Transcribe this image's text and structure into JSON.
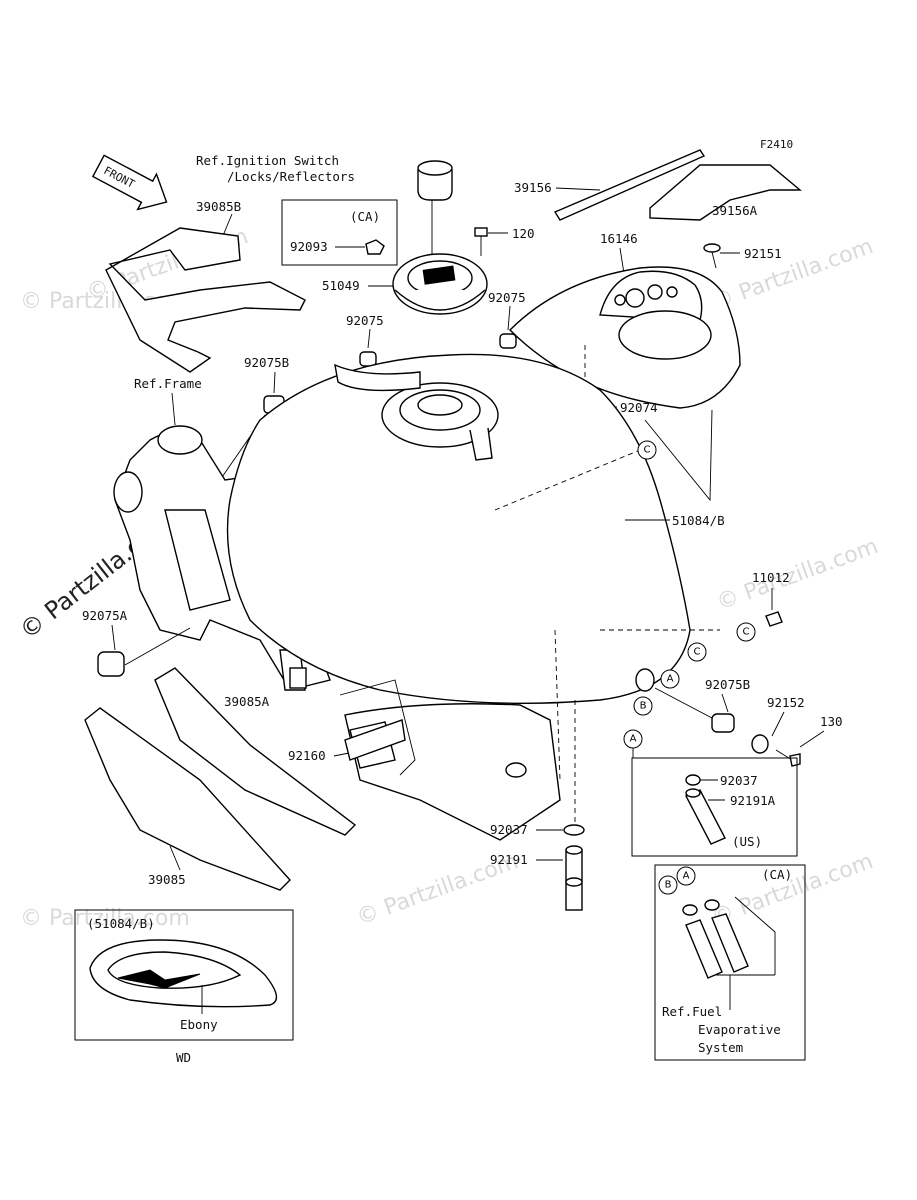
{
  "diagram_code": "F2410",
  "front_arrow_label": "FRONT",
  "references": {
    "ignition_line1": "Ref.Ignition Switch",
    "ignition_line2": "/Locks/Reflectors",
    "frame": "Ref.Frame",
    "fuel_line1": "Ref.Fuel",
    "fuel_line2": "Evaporative",
    "fuel_line3": "System"
  },
  "region_labels": {
    "ca_top": "(CA)",
    "ca_right": "(CA)",
    "us": "(US)",
    "wd_variant": "(51084/B)",
    "wd_finish": "Ebony",
    "wd": "WD"
  },
  "callout_letters": [
    "A",
    "B",
    "C"
  ],
  "part_numbers": {
    "p39085B": "39085B",
    "p92093": "92093",
    "p51049": "51049",
    "p120": "120",
    "p39156": "39156",
    "p39156A": "39156A",
    "p16146": "16146",
    "p92151": "92151",
    "p92075_mid": "92075",
    "p92075_left": "92075",
    "p92075B_top": "92075B",
    "p92074": "92074",
    "p51084B": "51084/B",
    "p11012": "11012",
    "p92075A": "92075A",
    "p39085A": "39085A",
    "p92160": "92160",
    "p92075B_right": "92075B",
    "p92152": "92152",
    "p130": "130",
    "p92037_right": "92037",
    "p92191A": "92191A",
    "p92037_bottom": "92037",
    "p92191": "92191",
    "p39085": "39085"
  },
  "watermarks": {
    "text": "© Partzilla.com",
    "vertical": "© Partzilla.com"
  },
  "colors": {
    "line": "#000000",
    "background": "#ffffff",
    "watermark": "#d9d9d9"
  }
}
